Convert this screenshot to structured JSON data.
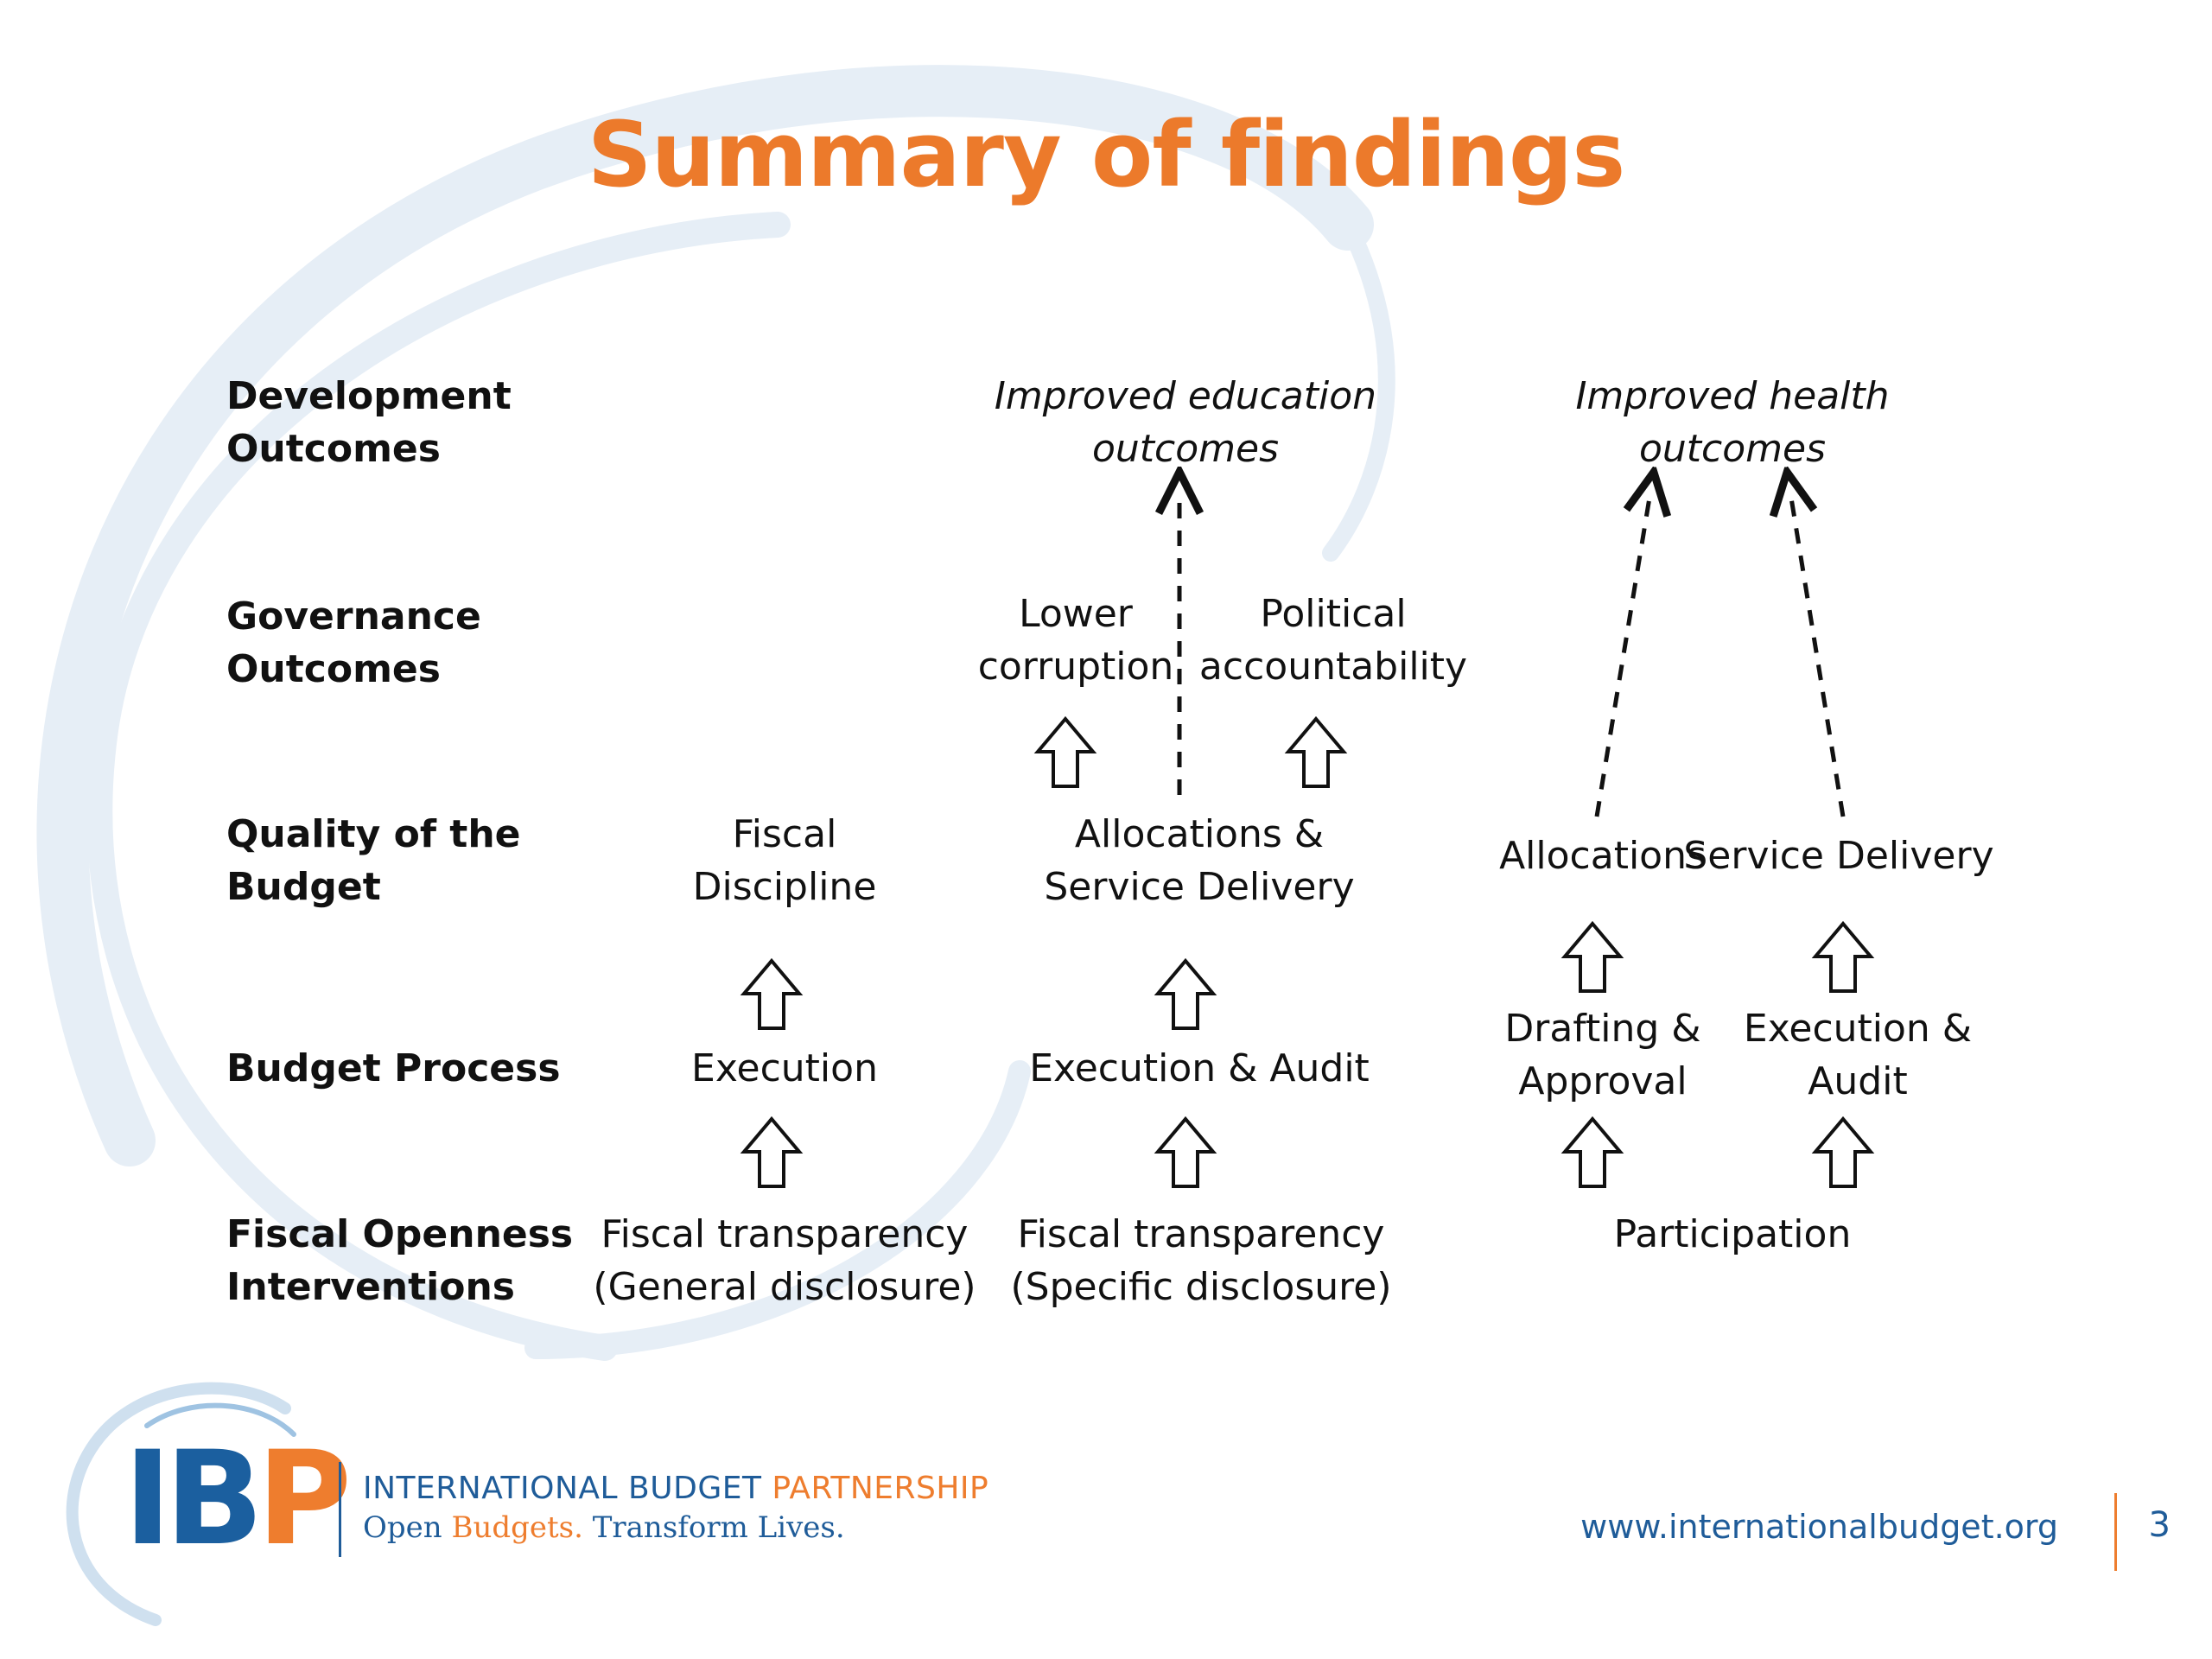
{
  "title": "Summary of findings",
  "row_labels": {
    "development": "Development\nOutcomes",
    "governance": "Governance\nOutcomes",
    "quality": "Quality of the\nBudget",
    "process": "Budget Process",
    "openness": "Fiscal Openness\nInterventions"
  },
  "columns": {
    "fiscal_discipline": {
      "quality": "Fiscal\nDiscipline",
      "process": "Execution",
      "openness": "Fiscal transparency\n(General disclosure)"
    },
    "education": {
      "development": "Improved education\noutcomes",
      "gov_left": "Lower\ncorruption",
      "gov_right": "Political\naccountability",
      "quality": "Allocations &\nService Delivery",
      "process": "Execution & Audit",
      "openness": "Fiscal transparency\n(Specific disclosure)"
    },
    "health": {
      "development": "Improved health\noutcomes",
      "quality_left": "Allocations",
      "quality_right": "Service Delivery",
      "process_left": "Drafting &\nApproval",
      "process_right": "Execution &\nAudit",
      "openness": "Participation"
    }
  },
  "footer": {
    "logo_letters_ib": "IB",
    "logo_letters_p": "P",
    "org_name_part1": "INTERNATIONAL BUDGET ",
    "org_name_part2": "PARTNERSHIP",
    "tagline_part1": "Open ",
    "tagline_part2": "Budgets.",
    "tagline_part3": " Transform Lives.",
    "url": "www.internationalbudget.org",
    "page_number": "3"
  },
  "colors": {
    "title": "#ec7a2b",
    "brand_blue": "#1f5c99",
    "brand_orange": "#ee7d2e",
    "swoosh": "#e3ecf5"
  }
}
